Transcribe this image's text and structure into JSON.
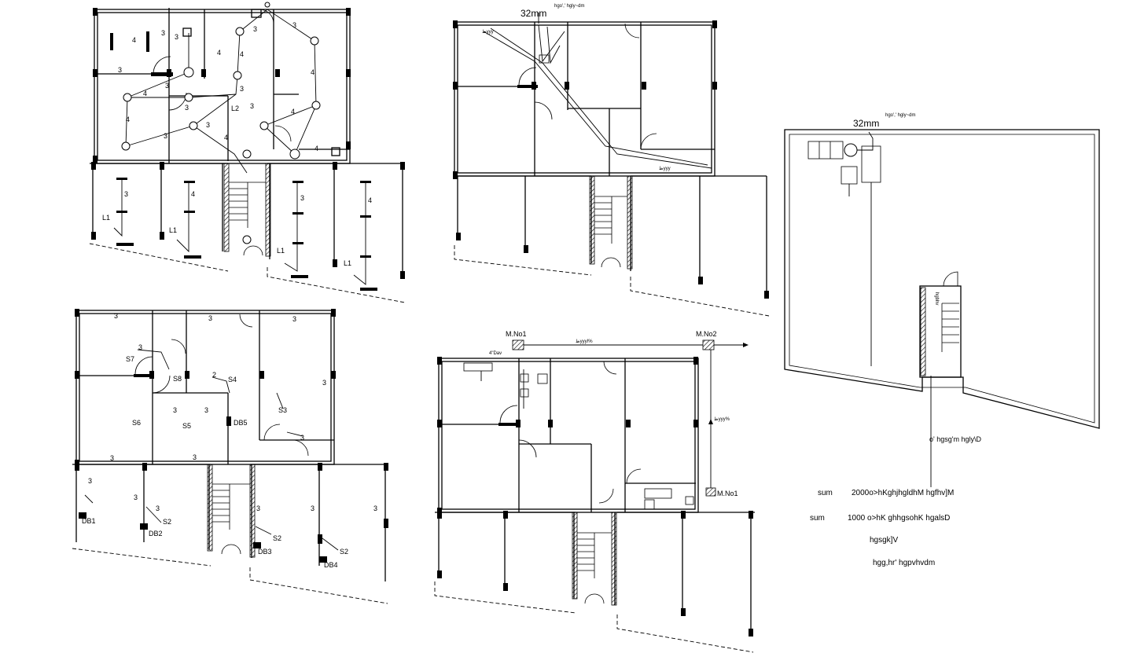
{
  "plan_top_left": {
    "wire_count_labels": [
      "4",
      "3",
      "3",
      "3",
      "3",
      "4",
      "3",
      "4",
      "4",
      "3",
      "3",
      "4",
      "3",
      "3",
      "4",
      "3",
      "4",
      "3",
      "4",
      "4",
      "3",
      "4",
      "3",
      "4"
    ],
    "switch_labels": [
      "L1",
      "L1",
      "L1",
      "L1",
      "L2"
    ]
  },
  "plan_top_middle": {
    "pipe_label": "32mm",
    "tank_note": "hgo',' hgly~dm",
    "pipe_tags": [
      "ظyyy",
      "ظyyy"
    ]
  },
  "plan_bottom_left": {
    "switch_labels": [
      "S7",
      "S8",
      "S4",
      "S6",
      "S5",
      "S3",
      "S2",
      "S2",
      "S2"
    ],
    "board_labels": [
      "DB5",
      "DB1",
      "DB2",
      "DB3",
      "DB4"
    ],
    "wire_count_labels": [
      "3",
      "3",
      "3",
      "3",
      "3",
      "3",
      "3",
      "3",
      "2",
      "3",
      "3",
      "3",
      "3",
      "3",
      "3",
      "3",
      "3"
    ]
  },
  "plan_bottom_middle": {
    "manholes": [
      "M.No1",
      "M.No2",
      "M.No1"
    ],
    "pipe_size": "4\"Dav",
    "slope_note_1": "ظyyyا%",
    "slope_note_2": "ظyyy%"
  },
  "plan_right": {
    "pipe_label": "32mm",
    "tank_note": "hgo',' hgly~dm",
    "stair_note": "hgbhv",
    "caption": "o' hgsg'm hgly\\D"
  },
  "legend": {
    "row1_left": "sum",
    "row1_right": "2000o>hKghjhgldhM hgfhv]M",
    "row2_left": "sum",
    "row2_right": "1000 o>hK ghhgsohK hgalsD",
    "row3": "hgsgk]V",
    "row4": "hgg,hr' hgpvhvdm"
  }
}
